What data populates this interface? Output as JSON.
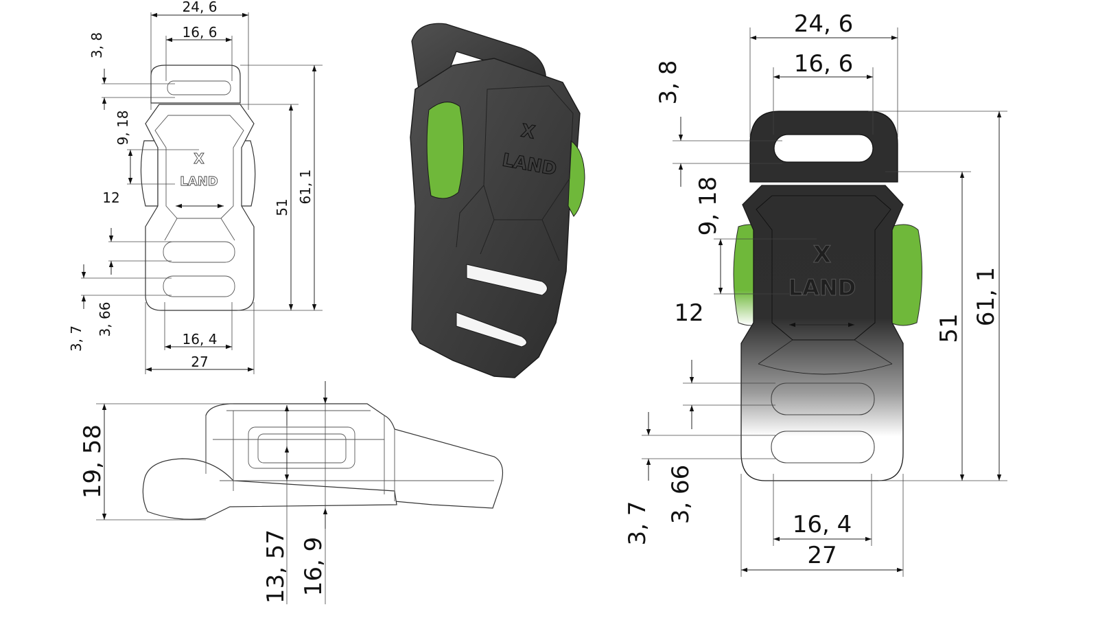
{
  "colors": {
    "accent_green": "#6fb83a",
    "body_dark": "#3a3a3a",
    "outline": "#222222"
  },
  "logo": {
    "mark": "X",
    "text": "LAND"
  },
  "left_front_view": {
    "overall_width": "24, 6",
    "inner_width_top": "16, 6",
    "top_slot": "3, 8",
    "button": "9, 18",
    "body_width": "12",
    "body_length": "51",
    "overall_length": "61, 1",
    "slot_lower": "3, 66",
    "slot_bottom": "3, 7",
    "inner_width_bottom": "16, 4",
    "base_width": "27"
  },
  "side_view": {
    "height": "19, 58",
    "inner_height": "13, 57",
    "thickness": "16, 9"
  },
  "right_front_view": {
    "overall_width": "24, 6",
    "inner_width_top": "16, 6",
    "top_slot": "3, 8",
    "button": "9, 18",
    "body_width": "12",
    "body_length": "51",
    "overall_length": "61, 1",
    "slot_lower": "3, 66",
    "slot_bottom": "3, 7",
    "inner_width_bottom": "16, 4",
    "base_width": "27"
  }
}
